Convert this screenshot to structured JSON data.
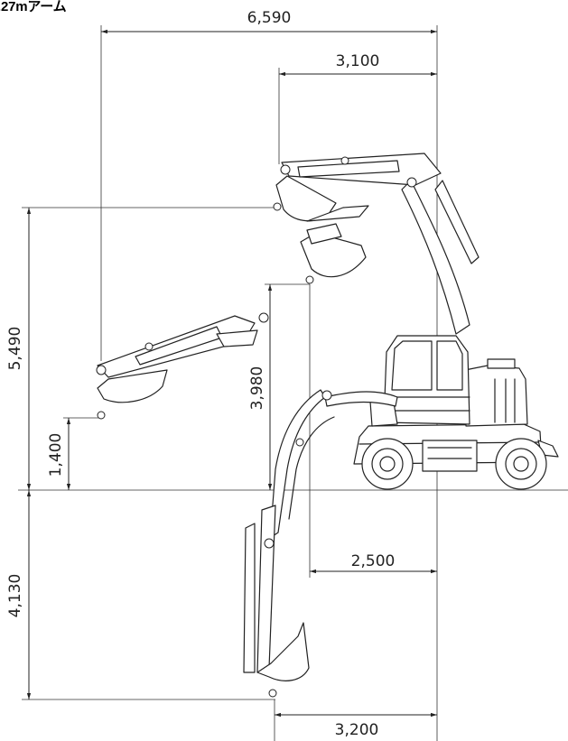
{
  "title": ".27mアーム",
  "dimensions": {
    "max_reach_width": "6,590",
    "top_horizontal": "3,100",
    "left_height": "5,490",
    "center_height": "3,980",
    "low_height": "1,400",
    "below_ground_depth": "4,130",
    "lower_right_offset": "2,500",
    "bottom_width": "3,200"
  }
}
